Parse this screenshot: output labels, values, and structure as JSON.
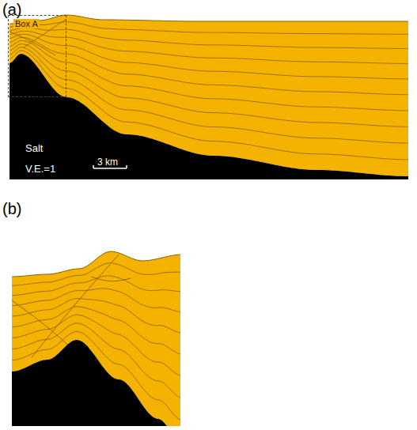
{
  "diagram": {
    "nodes": [
      {
        "text": [
          "Box A"
        ]
      }
    ],
    "labels": [
      "(a)",
      "Salt",
      "V.E.=1",
      "3 km",
      "(b)"
    ]
  }
}
